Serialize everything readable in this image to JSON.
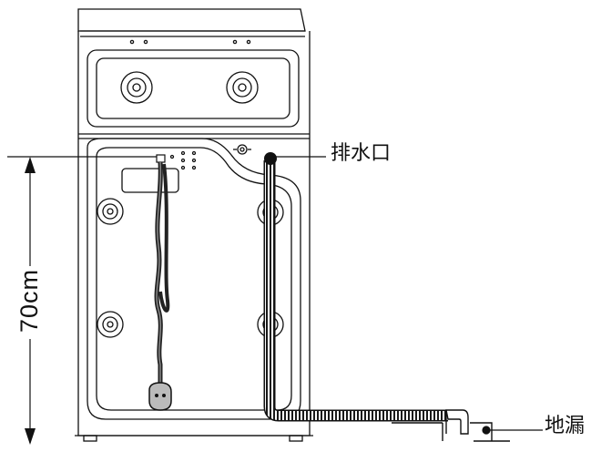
{
  "labels": {
    "drain_outlet": "排水口",
    "floor_drain": "地漏",
    "height": "70cm"
  },
  "colors": {
    "line": "#111111",
    "background": "#ffffff"
  }
}
